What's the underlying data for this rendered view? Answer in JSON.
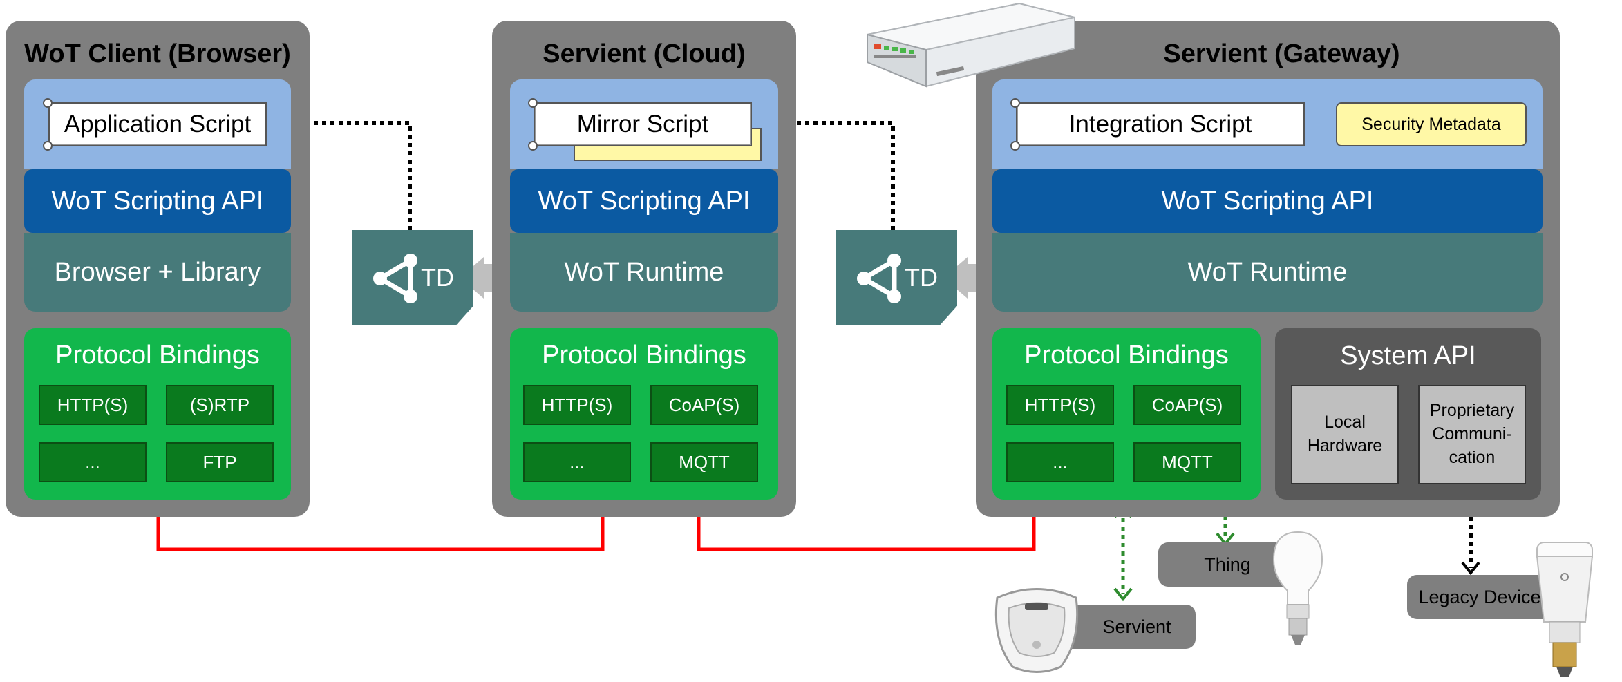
{
  "client": {
    "title": "WoT Client (Browser)",
    "script": "Application Script",
    "api": "WoT Scripting API",
    "runtime": "Browser + Library",
    "bindings_title": "Protocol Bindings",
    "protocols": [
      "HTTP(S)",
      "(S)RTP",
      "...",
      "FTP"
    ]
  },
  "cloud": {
    "title": "Servient (Cloud)",
    "script": "Mirror Script",
    "api": "WoT Scripting API",
    "runtime": "WoT Runtime",
    "bindings_title": "Protocol Bindings",
    "protocols": [
      "HTTP(S)",
      "CoAP(S)",
      "...",
      "MQTT"
    ]
  },
  "gateway": {
    "title": "Servient (Gateway)",
    "script": "Integration Script",
    "security": "Security Metadata",
    "api": "WoT Scripting API",
    "runtime": "WoT Runtime",
    "bindings_title": "Protocol Bindings",
    "protocols": [
      "HTTP(S)",
      "CoAP(S)",
      "...",
      "MQTT"
    ],
    "system_api": {
      "title": "System API",
      "local": "Local\nHardware",
      "proprietary": "Proprietary\nCommuni-\ncation"
    }
  },
  "td_label": "TD",
  "devices": {
    "thing": "Thing",
    "servient": "Servient",
    "legacy": "Legacy Device"
  },
  "colors": {
    "container": "#7f7f7f",
    "app_layer": "#8fb4e3",
    "scripting_api": "#0b5aa2",
    "runtime": "#477a7a",
    "bindings": "#12b74c",
    "protocol": "#0a7a1e",
    "system_api": "#595959",
    "network_link": "#ff0000",
    "td_link": "#000000",
    "device_link": "#2e8b2e"
  },
  "icons": [
    "share-icon",
    "router-device-icon",
    "robot-vacuum-icon",
    "light-bulb-icon"
  ]
}
